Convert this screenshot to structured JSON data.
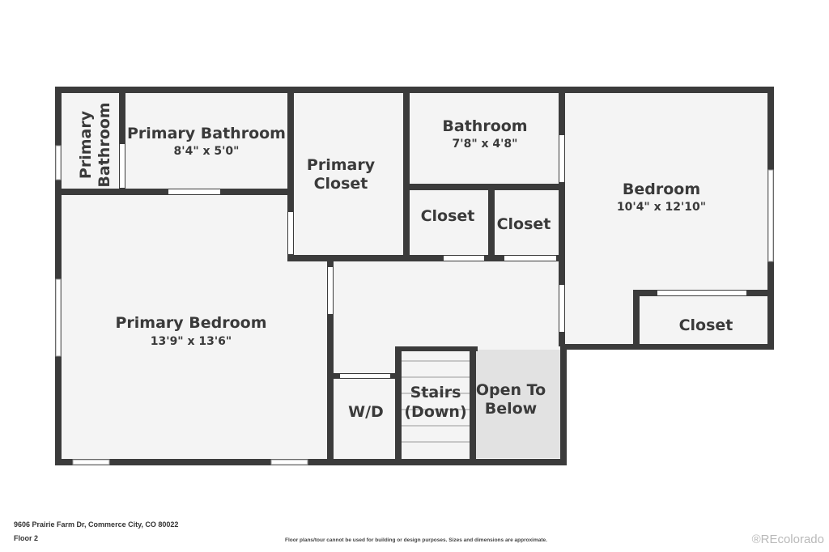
{
  "rooms": {
    "primary_bath_small": {
      "name_1": "Primary",
      "name_2": "Bathroom"
    },
    "primary_bathroom": {
      "name": "Primary Bathroom",
      "dims": "8'4\" x 5'0\""
    },
    "primary_closet": {
      "name_1": "Primary",
      "name_2": "Closet"
    },
    "bathroom": {
      "name": "Bathroom",
      "dims": "7'8\" x 4'8\""
    },
    "bedroom": {
      "name": "Bedroom",
      "dims": "10'4\" x 12'10\""
    },
    "closet_a": {
      "name": "Closet"
    },
    "closet_b": {
      "name": "Closet"
    },
    "closet_c": {
      "name": "Closet"
    },
    "primary_bedroom": {
      "name": "Primary Bedroom",
      "dims": "13'9\" x 13'6\""
    },
    "laundry": {
      "name": "W/D"
    },
    "stairs": {
      "name_1": "Stairs",
      "name_2": "(Down)"
    },
    "open_to_below": {
      "name_1": "Open To",
      "name_2": "Below"
    }
  },
  "footer": {
    "address": "9606 Prairie Farm Dr, Commerce City, CO 80022",
    "floor": "Floor 2",
    "disclaimer": "Floor plans/tour cannot be used for building or design purposes. Sizes and dimensions are approximate.",
    "brand": "®REcolorado"
  },
  "colors": {
    "wall": "#3b3b3b",
    "floor": "#f4f4f4",
    "open_area": "#e2e2e2",
    "window": "#ffffff"
  }
}
